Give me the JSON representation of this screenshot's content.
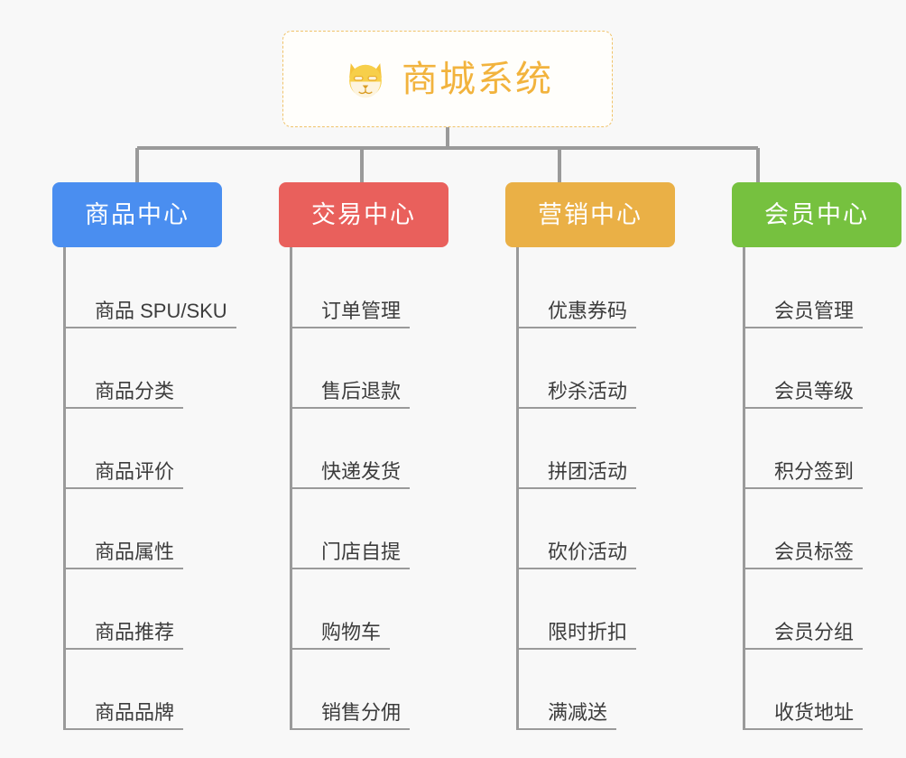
{
  "page": {
    "background_color": "#f8f8f8",
    "type": "org-chart"
  },
  "root": {
    "title": "商城系统",
    "icon": "shiba-dog-emoji",
    "text_color": "#f2b33d",
    "border_color": "#f0c36a",
    "background_color": "#fffefb"
  },
  "connector": {
    "color": "#9a9a9a",
    "width": 4
  },
  "categories": [
    {
      "label": "商品中心",
      "color": "#4a8ef0",
      "items": [
        "商品 SPU/SKU",
        "商品分类",
        "商品评价",
        "商品属性",
        "商品推荐",
        "商品品牌"
      ]
    },
    {
      "label": "交易中心",
      "color": "#e9605c",
      "items": [
        "订单管理",
        "售后退款",
        "快递发货",
        "门店自提",
        "购物车",
        "销售分佣"
      ]
    },
    {
      "label": "营销中心",
      "color": "#eab046",
      "items": [
        "优惠券码",
        "秒杀活动",
        "拼团活动",
        "砍价活动",
        "限时折扣",
        "满减送"
      ]
    },
    {
      "label": "会员中心",
      "color": "#76c13f",
      "items": [
        "会员管理",
        "会员等级",
        "积分签到",
        "会员标签",
        "会员分组",
        "收货地址"
      ]
    }
  ]
}
